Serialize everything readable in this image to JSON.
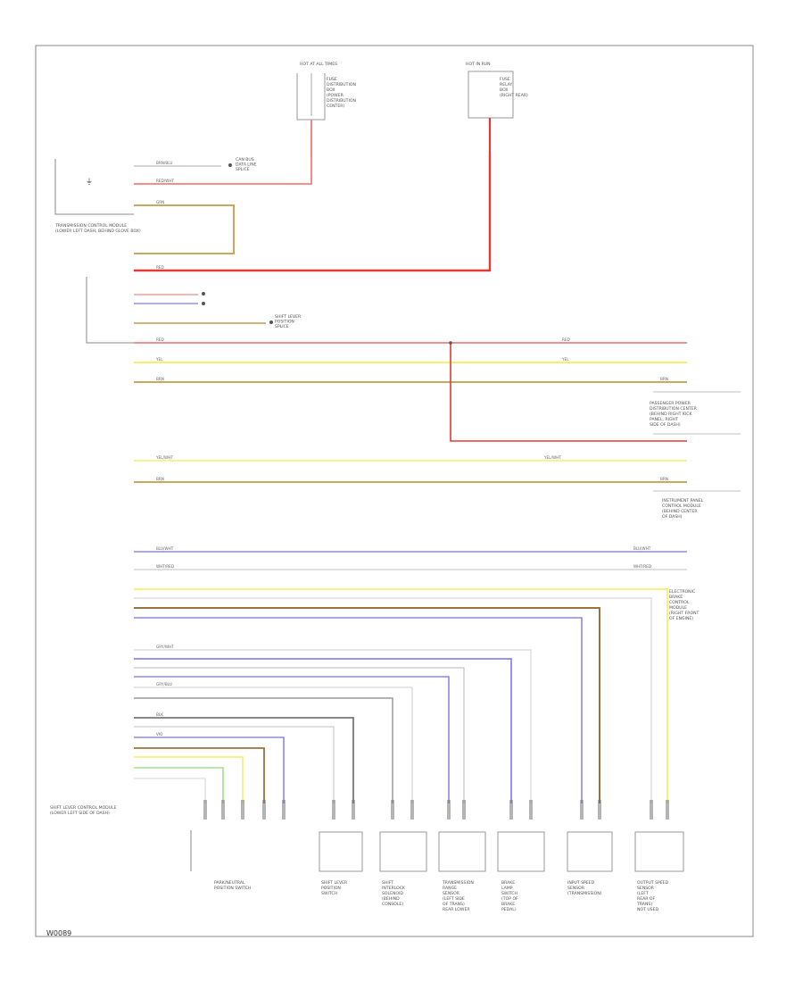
{
  "diagram": {
    "page_ref": "W0089",
    "colors": {
      "red": "#f08080",
      "dark_red": "#e53935",
      "yellow": "#f4f06a",
      "tan": "#c8a860",
      "blue": "#8888f0",
      "brown": "#9a7240",
      "gray": "#c8c8c8",
      "dark_gray": "#777777",
      "green": "#a0e090",
      "light_blue": "#b8c8f0",
      "frame": "#888888"
    },
    "fuse_1": {
      "header": "HOT AT ALL TIMES",
      "lines": [
        "FUSE",
        "DISTRIBUTION",
        "BOX",
        "(POWER",
        "DISTRIBUTION",
        "CENTER)"
      ]
    },
    "fuse_2": {
      "header": "HOT IN RUN",
      "lines": [
        "FUSE",
        "RELAY",
        "BOX",
        "(RIGHT REAR)"
      ]
    },
    "module_top": {
      "lines": [
        "TRANSMISSION CONTROL MODULE",
        "(LOWER LEFT DASH, BEHIND GLOVE BOX)"
      ]
    },
    "module_bottom": {
      "lines": [
        "SHIFT LEVER CONTROL MODULE",
        "(LOWER LEFT SIDE OF DASH)"
      ]
    },
    "splice_notes": [
      {
        "lines": [
          "CAN BUS",
          "DATA LINE",
          "SPLICE"
        ]
      },
      {
        "lines": [
          "SHIFT LEVER",
          "POSITION",
          "SPLICE"
        ]
      }
    ],
    "right_labels": [
      {
        "lines": [
          "PASSENGER POWER",
          "DISTRIBUTION CENTER",
          "(BEHIND RIGHT KICK",
          "PANEL, RIGHT",
          "SIDE OF DASH)"
        ]
      },
      {
        "lines": [
          "INSTRUMENT PANEL",
          "CONTROL MODULE",
          "(BEHIND CENTER",
          "OF DASH)"
        ]
      },
      {
        "lines": [
          "ELECTRONIC",
          "BRAKE",
          "CONTROL",
          "MODULE",
          "(RIGHT FRONT",
          "OF ENGINE)"
        ]
      }
    ],
    "components": [
      {
        "lines": [
          "PARK/NEUTRAL",
          "POSITION SWITCH"
        ]
      },
      {
        "lines": [
          "SHIFT LEVER",
          "POSITION",
          "SWITCH"
        ]
      },
      {
        "lines": [
          "SHIFT",
          "INTERLOCK",
          "SOLENOID",
          "(BEHIND",
          "CONSOLE)"
        ]
      },
      {
        "lines": [
          "TRANSMISSION",
          "RANGE",
          "SENSOR",
          "(LEFT SIDE",
          "OF TRANS)",
          "REAR LOWER"
        ]
      },
      {
        "lines": [
          "BRAKE",
          "LAMP",
          "SWITCH",
          "(TOP OF",
          "BRAKE",
          "PEDAL)"
        ]
      },
      {
        "lines": [
          "INPUT SPEED",
          "SENSOR",
          "(TRANSMISSION)"
        ]
      },
      {
        "lines": [
          "OUTPUT SPEED",
          "SENSOR",
          "(LEFT",
          "REAR OF",
          "TRANS)",
          "NOT USED"
        ]
      }
    ],
    "wire_labels": {
      "brn_blu": "BRN/BLU",
      "red_wht": "RED/WHT",
      "grn": "GRN",
      "red": "RED",
      "yel": "YEL",
      "brn": "BRN",
      "yel_wht": "YEL/WHT",
      "blu_wht": "BLU/WHT",
      "wht_red": "WHT/RED",
      "gry_blu": "GRY/BLU",
      "gry_wht": "GRY/WHT",
      "blk": "BLK",
      "vio": "VIO"
    }
  }
}
